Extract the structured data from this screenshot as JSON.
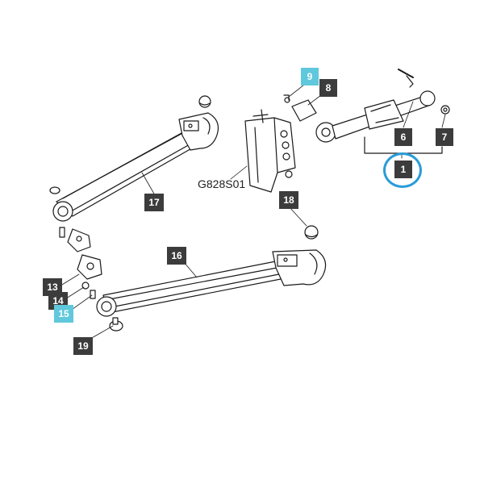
{
  "diagram": {
    "drawing_code": "G828S01",
    "colors": {
      "line": "#1a1a1a",
      "tag_dark": "#3c3c3c",
      "tag_highlight": "#5fc8dc",
      "ring": "#2a9cd8"
    },
    "callouts": [
      {
        "id": "c1",
        "label": "1",
        "style": "dark",
        "ringed": true
      },
      {
        "id": "c6",
        "label": "6",
        "style": "dark"
      },
      {
        "id": "c7",
        "label": "7",
        "style": "dark"
      },
      {
        "id": "c8",
        "label": "8",
        "style": "dark"
      },
      {
        "id": "c9",
        "label": "9",
        "style": "highlight"
      },
      {
        "id": "c13",
        "label": "13",
        "style": "dark"
      },
      {
        "id": "c14",
        "label": "14",
        "style": "dark"
      },
      {
        "id": "c15",
        "label": "15",
        "style": "highlight"
      },
      {
        "id": "c16",
        "label": "16",
        "style": "dark"
      },
      {
        "id": "c17",
        "label": "17",
        "style": "dark"
      },
      {
        "id": "c18",
        "label": "18",
        "style": "dark"
      },
      {
        "id": "c19",
        "label": "19",
        "style": "dark"
      }
    ]
  }
}
